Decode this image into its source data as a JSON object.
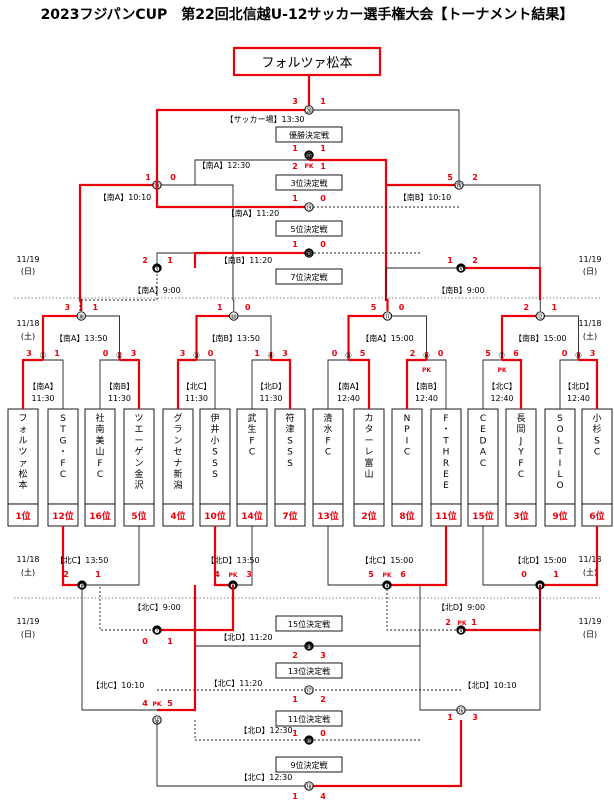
{
  "title": "2023フジパンCUP　第22回北信越U-12サッカー選手権大会【トーナメント結果】",
  "champion": "フォルツァ松本",
  "dates": {
    "d1119": "11/19",
    "d1118": "11/18",
    "sun": "(日)",
    "sat": "(土)"
  },
  "teams": [
    {
      "name": "フォルツァ松本",
      "rank": "1位"
    },
    {
      "name": "STG・FC",
      "rank": "12位"
    },
    {
      "name": "社南美山FC",
      "rank": "16位"
    },
    {
      "name": "ツエーゲン金沢",
      "rank": "5位"
    },
    {
      "name": "グランセナ新潟",
      "rank": "4位"
    },
    {
      "name": "伊井小SSS",
      "rank": "10位"
    },
    {
      "name": "武生FC",
      "rank": "14位"
    },
    {
      "name": "符津SSS",
      "rank": "7位"
    },
    {
      "name": "清水FC",
      "rank": "13位"
    },
    {
      "name": "カターレ富山",
      "rank": "2位"
    },
    {
      "name": "NPIC",
      "rank": "8位"
    },
    {
      "name": "F・THREE",
      "rank": "11位"
    },
    {
      "name": "CEDAC",
      "rank": "15位"
    },
    {
      "name": "長岡JYFC",
      "rank": "3位"
    },
    {
      "name": "SOLTILO",
      "rank": "9位"
    },
    {
      "name": "小杉SC",
      "rank": "6位"
    }
  ],
  "r1": [
    {
      "num": "①",
      "venue": "【南A】",
      "time": "11:30",
      "s1": "3",
      "s2": "1",
      "pk": ""
    },
    {
      "num": "②",
      "venue": "【南B】",
      "time": "11:30",
      "s1": "0",
      "s2": "3",
      "pk": ""
    },
    {
      "num": "③",
      "venue": "【北C】",
      "time": "11:30",
      "s1": "3",
      "s2": "0",
      "pk": ""
    },
    {
      "num": "④",
      "venue": "【北D】",
      "time": "11:30",
      "s1": "1",
      "s2": "3",
      "pk": ""
    },
    {
      "num": "⑤",
      "venue": "【南A】",
      "time": "12:40",
      "s1": "0",
      "s2": "5",
      "pk": ""
    },
    {
      "num": "⑥",
      "venue": "【南B】",
      "time": "12:40",
      "s1": "2",
      "s2": "0",
      "pk": "PK"
    },
    {
      "num": "⑦",
      "venue": "【北C】",
      "time": "12:40",
      "s1": "5",
      "s2": "6",
      "pk": "PK"
    },
    {
      "num": "⑧",
      "venue": "【北D】",
      "time": "12:40",
      "s1": "0",
      "s2": "3",
      "pk": ""
    }
  ],
  "r2": [
    {
      "num": "⑨",
      "label": "【南A】13:50",
      "s1": "3",
      "s2": "1"
    },
    {
      "num": "⑩",
      "label": "【南B】13:50",
      "s1": "1",
      "s2": "0"
    },
    {
      "num": "⑪",
      "label": "【南A】15:00",
      "s1": "5",
      "s2": "0"
    },
    {
      "num": "⑫",
      "label": "【南B】15:00",
      "s1": "2",
      "s2": "1"
    }
  ],
  "lower_r2": [
    {
      "num": "❶",
      "label": "【北C】13:50",
      "s1": "2",
      "s2": "1",
      "pk": ""
    },
    {
      "num": "❷",
      "label": "【北D】13:50",
      "s1": "4",
      "s2": "3",
      "pk": "PK"
    },
    {
      "num": "❸",
      "label": "【北C】15:00",
      "s1": "5",
      "s2": "6",
      "pk": "PK"
    },
    {
      "num": "❹",
      "label": "【北D】15:00",
      "s1": "0",
      "s2": "1",
      "pk": ""
    }
  ],
  "upper_d2": [
    {
      "num": "⑬",
      "label": "【南A】10:10",
      "s1": "1",
      "s2": "0"
    },
    {
      "num": "⑭",
      "label": "【南B】10:10",
      "s1": "5",
      "s2": "2"
    },
    {
      "num": "❺",
      "label": "【南A】9:00",
      "s1": "2",
      "s2": "1"
    },
    {
      "num": "❻",
      "label": "【南B】9:00",
      "s1": "1",
      "s2": "2"
    }
  ],
  "placement": {
    "final": {
      "num": "⑳",
      "venue": "【サッカー場】13:30",
      "name": "優勝決定戦",
      "s1": "3",
      "s2": "1"
    },
    "third": {
      "num": "⑰",
      "venue": "【南A】12:30",
      "name": "3位決定戦",
      "s1": "1",
      "s2": "1",
      "pk1": "2",
      "pk2": "1",
      "pk": "PK"
    },
    "fifth": {
      "num": "⑲",
      "venue": "【南A】11:20",
      "name": "5位決定戦",
      "s1": "1",
      "s2": "0"
    },
    "seventh": {
      "num": "⑪",
      "venue": "【南B】11:20",
      "name": "7位決定戦",
      "s1": "1",
      "s2": "0"
    },
    "fifteenth": {
      "num": "⑨",
      "venue": "【北D】11:20",
      "name": "15位決定戦",
      "s1": "2",
      "s2": "3"
    },
    "thirteenth": {
      "num": "⑰",
      "venue": "【北C】11:20",
      "name": "13位決定戦",
      "s1": "1",
      "s2": "2"
    },
    "eleventh": {
      "num": "⑩",
      "venue": "【北D】12:30",
      "name": "11位決定戦",
      "s1": "1",
      "s2": "0"
    },
    "ninth": {
      "num": "⑱",
      "venue": "【北C】12:30",
      "name": "9位決定戦",
      "s1": "1",
      "s2": "4"
    }
  },
  "lower_d2": [
    {
      "num": "❼",
      "label": "【北C】9:00",
      "s1": "0",
      "s2": "1"
    },
    {
      "num": "❽",
      "label": "【北D】9:00",
      "s1": "2",
      "s2": "1",
      "pk": "PK"
    },
    {
      "num": "⑮",
      "label": "【北C】10:10",
      "s1": "4",
      "s2": "5",
      "pk": "PK"
    },
    {
      "num": "⑯",
      "label": "【北D】10:10",
      "s1": "1",
      "s2": "3"
    }
  ],
  "colors": {
    "win": "#e8000b",
    "line": "#222222",
    "rank": "#e8000b"
  }
}
